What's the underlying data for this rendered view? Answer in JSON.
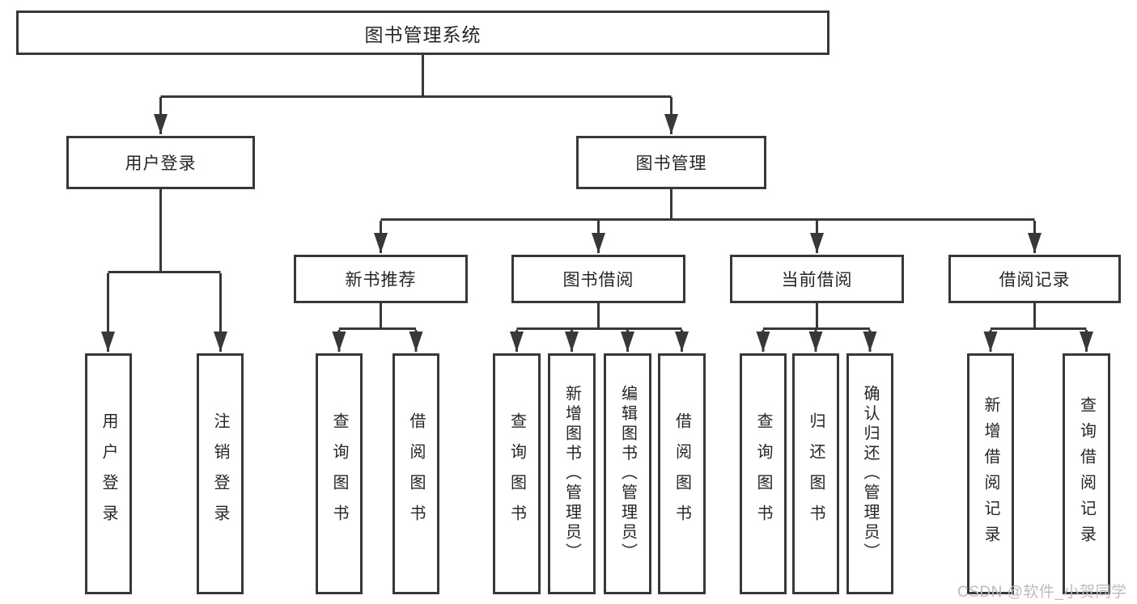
{
  "diagram_type": "hierarchy-tree",
  "colors": {
    "line": "#383838",
    "box_border": "#383838",
    "box_background": "#ffffff",
    "text": "#262626",
    "watermark": "#bcbcbc"
  },
  "nodes": {
    "root": "图书管理系统",
    "level2": {
      "user_login": "用户登录",
      "book_mgmt": "图书管理"
    },
    "level3": {
      "new_book_rec": "新书推荐",
      "book_borrow": "图书借阅",
      "current_borrow": "当前借阅",
      "borrow_records": "借阅记录"
    },
    "leaves": {
      "user_login": [
        "用户登录",
        "注销登录"
      ],
      "new_book_rec": [
        "查询图书",
        "借阅图书"
      ],
      "book_borrow": [
        "查询图书",
        "新增图书（管理员）",
        "编辑图书（管理员）",
        "借阅图书"
      ],
      "current_borrow": [
        "查询图书",
        "归还图书",
        "确认归还（管理员）"
      ],
      "borrow_records": [
        "新增借阅记录",
        "查询借阅记录"
      ]
    }
  },
  "watermark": "CSDN @软件_小贺同学"
}
